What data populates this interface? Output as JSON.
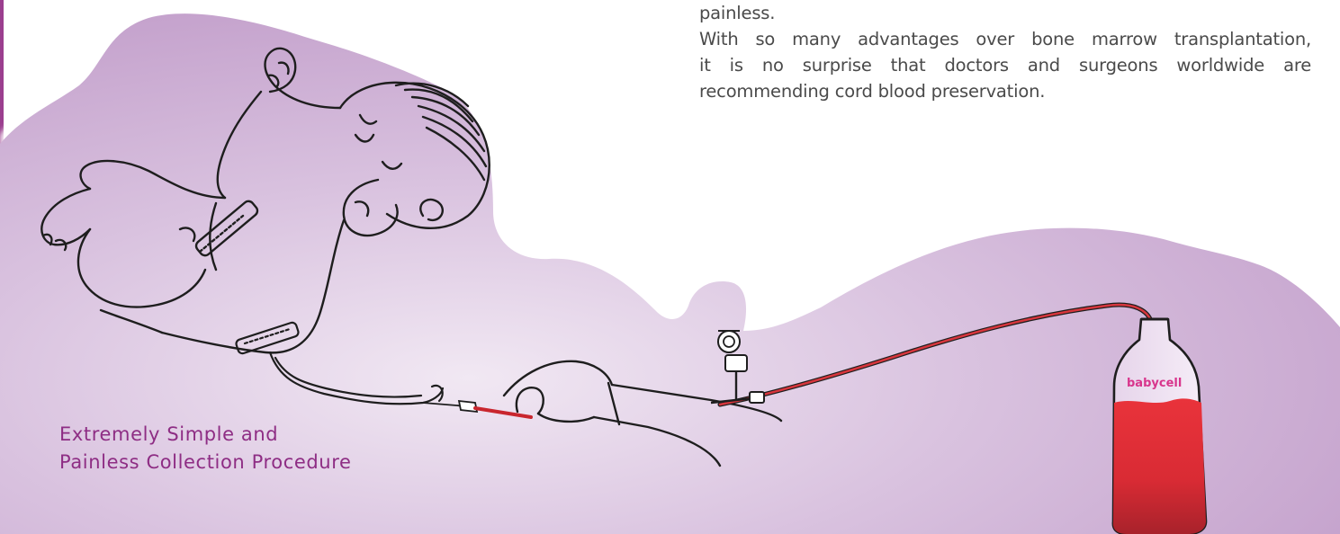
{
  "text_block": {
    "line1": "painless.",
    "line2": "With so many advantages over bone marrow transplantation,",
    "line3": "it is no surprise that doctors and surgeons worldwide are",
    "line4": "recommending cord blood preservation."
  },
  "caption": {
    "line1": "Extremely Simple and",
    "line2": "Painless Collection Procedure"
  },
  "bag": {
    "brand": "babycell"
  },
  "colors": {
    "accent": "#9b3f8f",
    "lavender": "#c8a8cf",
    "blood": "#e4323a",
    "caption": "#8e2d84"
  }
}
